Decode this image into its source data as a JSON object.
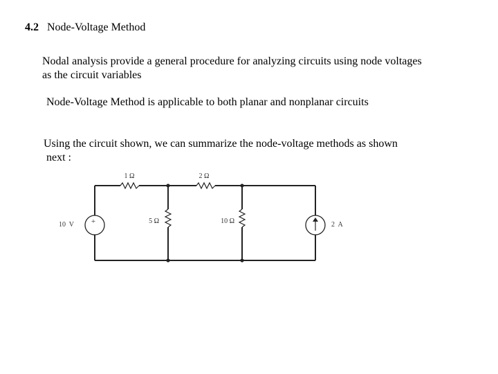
{
  "section": {
    "number": "4.2",
    "title": "Node-Voltage Method"
  },
  "paragraphs": {
    "p1_line1": "Nodal analysis provide a general procedure for analyzing circuits using node voltages",
    "p1_line2": "as the circuit variables",
    "p2": "Node-Voltage Method  is applicable to both planar and nonplanar  circuits",
    "p3_line1": "Using the  circuit shown, we can summarize the node-voltage methods as shown",
    "p3_line2": " next :"
  },
  "circuit": {
    "r1_label": "1 Ω",
    "r2_label": "2 Ω",
    "r3_label": "5 Ω",
    "r4_label": "10 Ω",
    "vsource_label": "10  V",
    "vsource_sign": "+",
    "isource_label": "2  A"
  }
}
